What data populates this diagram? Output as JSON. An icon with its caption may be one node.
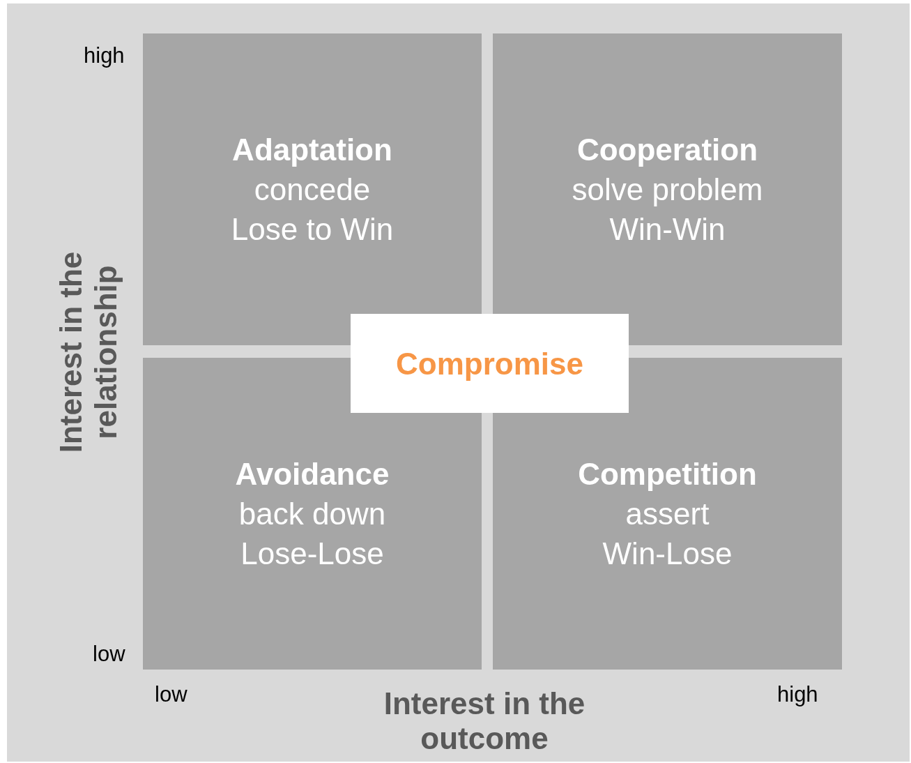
{
  "diagram": {
    "nodes": [
      {
        "text": [
          "Adaptation",
          "concede",
          "Lose to Win"
        ]
      },
      {
        "text": [
          "Cooperation",
          "solve problem",
          "Win-Win"
        ]
      },
      {
        "text": [
          "Compromise"
        ]
      },
      {
        "text": [
          "Avoidance",
          "back down",
          "Lose-Lose"
        ]
      },
      {
        "text": [
          "Competition",
          "assert",
          "Win-Lose"
        ]
      }
    ],
    "edges": [],
    "labels": [
      "high",
      "Interest in the relationship",
      "low",
      "low",
      "high",
      "Interest in the outcome"
    ]
  }
}
